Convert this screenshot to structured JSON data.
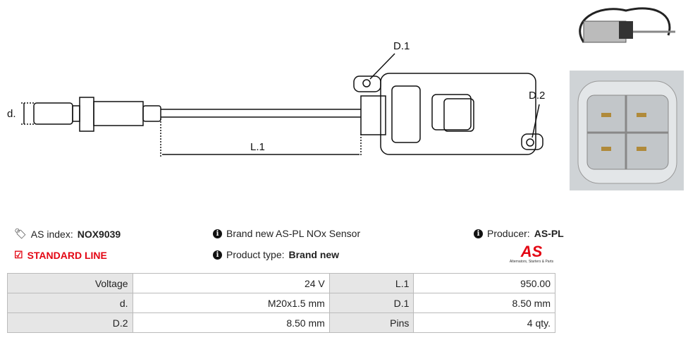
{
  "drawing": {
    "labels": {
      "d": "d.",
      "l1": "L.1",
      "d1": "D.1",
      "d2": "D.2"
    }
  },
  "info": {
    "as_index_label": "AS index:",
    "as_index_value": "NOX9039",
    "line": "STANDARD LINE",
    "description": "Brand new AS-PL NOx Sensor",
    "product_type_label": "Product type:",
    "product_type_value": "Brand new",
    "producer_label": "Producer:",
    "producer_value": "AS-PL"
  },
  "logo": {
    "text": "AS",
    "tagline": "Alternators, Starters & Parts"
  },
  "specs": [
    [
      {
        "k": "Voltage",
        "v": "24 V"
      },
      {
        "k": "L.1",
        "v": "950.00"
      }
    ],
    [
      {
        "k": "d.",
        "v": "M20x1.5 mm"
      },
      {
        "k": "D.1",
        "v": "8.50 mm"
      }
    ],
    [
      {
        "k": "D.2",
        "v": "8.50 mm"
      },
      {
        "k": "Pins",
        "v": "4 qty."
      }
    ]
  ],
  "colors": {
    "accent": "#e30613"
  }
}
